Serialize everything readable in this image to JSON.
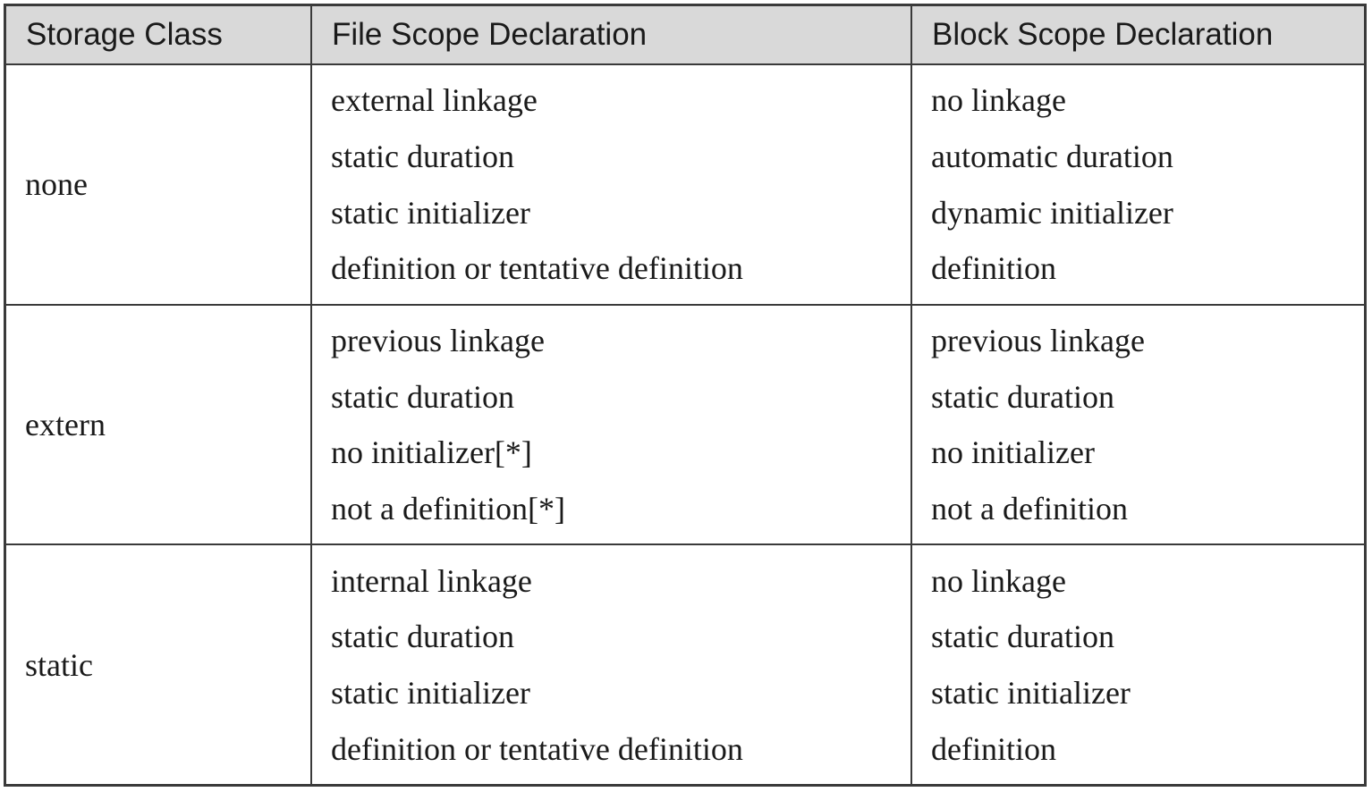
{
  "table": {
    "headers": [
      "Storage Class",
      "File Scope Declaration",
      "Block Scope Declaration"
    ],
    "rows": [
      {
        "storage_class": "none",
        "file_scope": [
          "external linkage",
          "static duration",
          "static initializer",
          "definition or tentative definition"
        ],
        "block_scope": [
          "no linkage",
          "automatic duration",
          "dynamic initializer",
          "definition"
        ]
      },
      {
        "storage_class": "extern",
        "file_scope": [
          "previous linkage",
          "static duration",
          "no initializer[*]",
          "not a definition[*]"
        ],
        "block_scope": [
          "previous linkage",
          "static duration",
          "no initializer",
          "not a definition"
        ]
      },
      {
        "storage_class": "static",
        "file_scope": [
          "internal linkage",
          "static duration",
          "static initializer",
          "definition or tentative definition"
        ],
        "block_scope": [
          "no linkage",
          "static duration",
          "static initializer",
          "definition"
        ]
      }
    ]
  },
  "colors": {
    "header_background": "#d9d9d9",
    "border": "#3a3a3a",
    "text": "#1a1a1a"
  }
}
